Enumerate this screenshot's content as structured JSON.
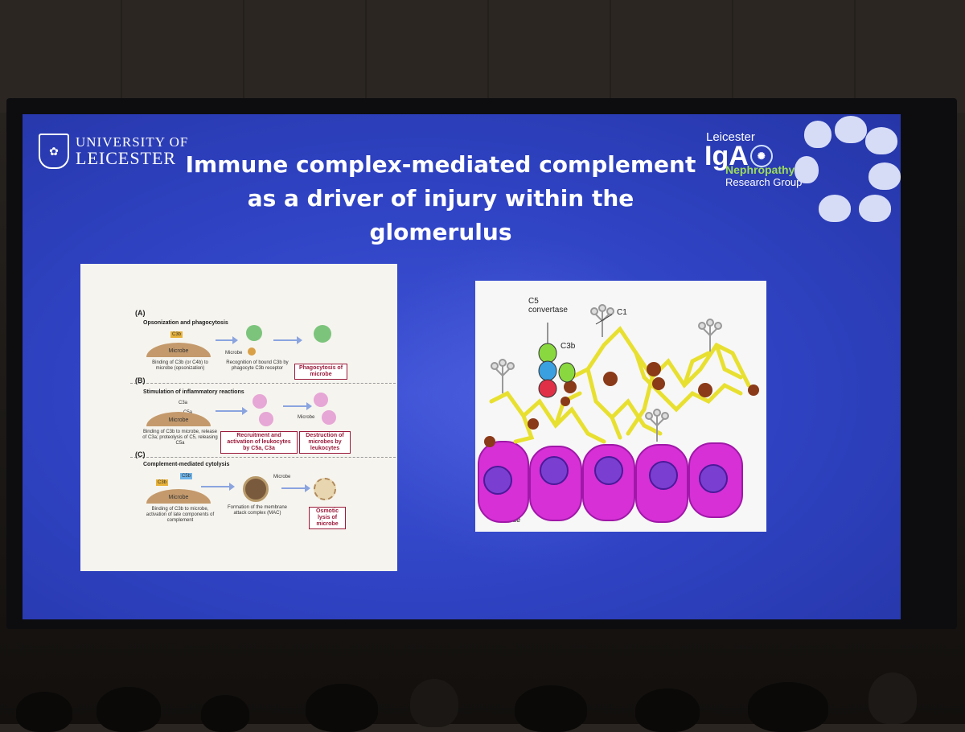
{
  "slide": {
    "university": {
      "line1": "UNIVERSITY OF",
      "line2": "LEICESTER"
    },
    "title": {
      "line1": "Immune complex-mediated complement",
      "line2": "as a driver of injury within the glomerulus"
    },
    "group_logo": {
      "top": "Leicester",
      "main": "IgA",
      "sub": "Nephropathy",
      "bottom": "Research Group"
    }
  },
  "left_figure": {
    "a": {
      "letter": "(A)",
      "heading": "Opsonization and phagocytosis",
      "c3b": "C3b",
      "microbe": "Microbe",
      "microbe2": "Microbe",
      "caption1": "Binding of C3b (or C4b) to microbe (opsonization)",
      "caption2": "Recognition of bound C3b by phagocyte C3b receptor",
      "result": "Phagocytosis of microbe"
    },
    "b": {
      "letter": "(B)",
      "heading": "Stimulation of inflammatory reactions",
      "c3a": "C3a",
      "c5a": "C5a",
      "microbe": "Microbe",
      "microbe2": "Microbe",
      "caption1": "Binding of C3b to microbe, release of C3a; proteolysis of C5, releasing C5a",
      "result1": "Recruitment and activation of leukocytes by C5a, C3a",
      "result2": "Destruction of microbes by leukocytes"
    },
    "c": {
      "letter": "(C)",
      "heading": "Complement-mediated cytolysis",
      "c3b": "C3b",
      "c5b": "C5b",
      "microbe": "Microbe",
      "microbe2": "Microbe",
      "caption1": "Binding of C3b to microbe, activation of late components of complement",
      "caption2": "Formation of the membrane attack complex (MAC)",
      "result": "Osmotic lysis of microbe"
    }
  },
  "right_figure": {
    "c5_convertase": "C5 convertase",
    "c1": "C1",
    "c3b": "C3b",
    "tissue": "Tissue"
  }
}
